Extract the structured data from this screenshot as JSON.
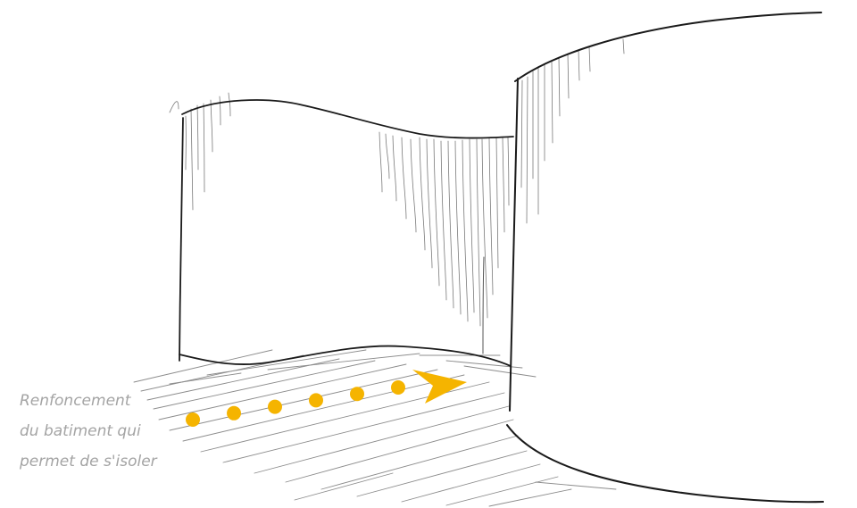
{
  "caption": {
    "line1": "Renfoncement",
    "line2": "du batiment qui",
    "line3": "permet de s'isoler"
  },
  "path": {
    "dots": 6,
    "color": "#f5b400"
  },
  "colors": {
    "outline": "#1a1a1a",
    "hatching": "#7a7a7a",
    "ground_hatching": "#8c8c8c",
    "caption": "#a4a4a4"
  }
}
